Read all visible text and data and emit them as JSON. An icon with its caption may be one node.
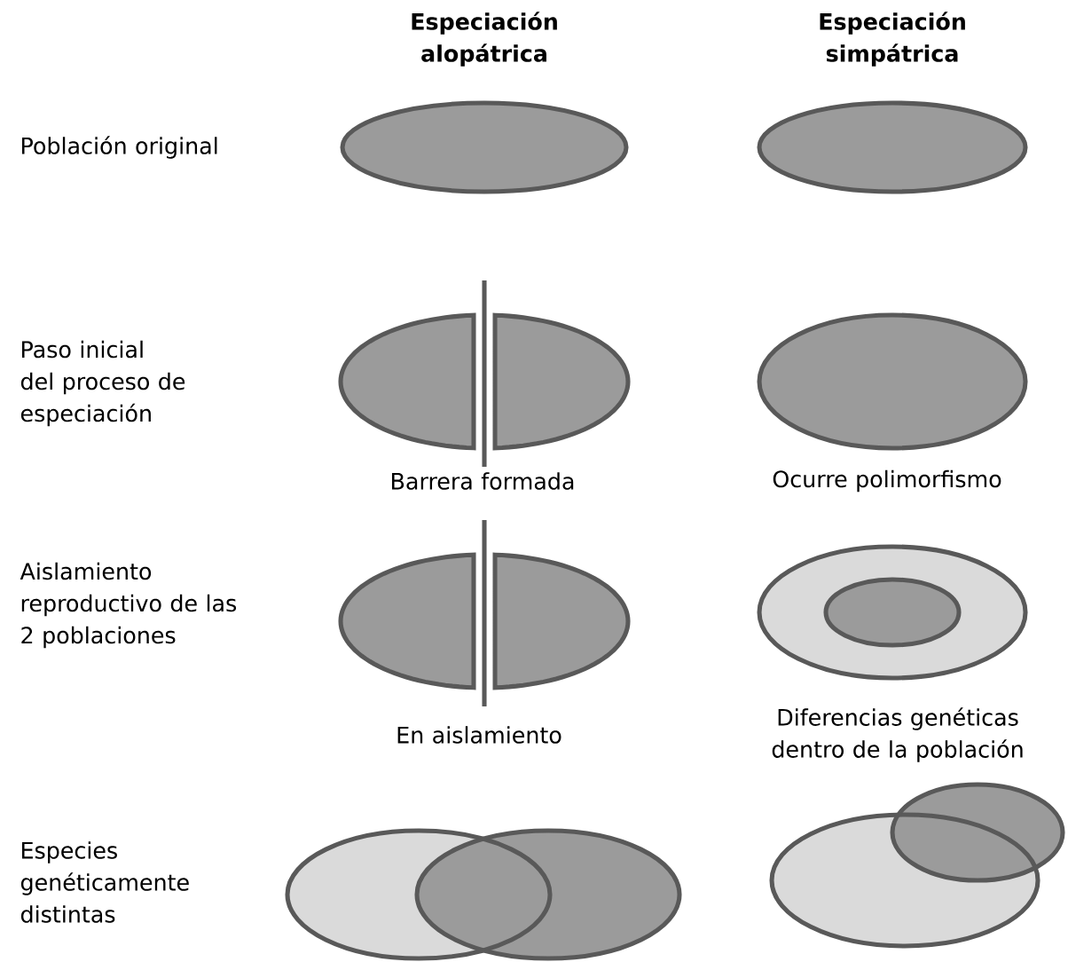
{
  "diagram": {
    "labels": [
      "Especiación alopátrica",
      "Especiación simpátrica",
      "Población original",
      "Paso inicial del proceso de especiación",
      "Barrera formada",
      "Ocurre polimorfismo",
      "Aislamiento reproductivo de las 2 poblaciones",
      "En aislamiento",
      "Diferencias genéticas dentro de la población",
      "Especies genéticamente distintas"
    ]
  }
}
